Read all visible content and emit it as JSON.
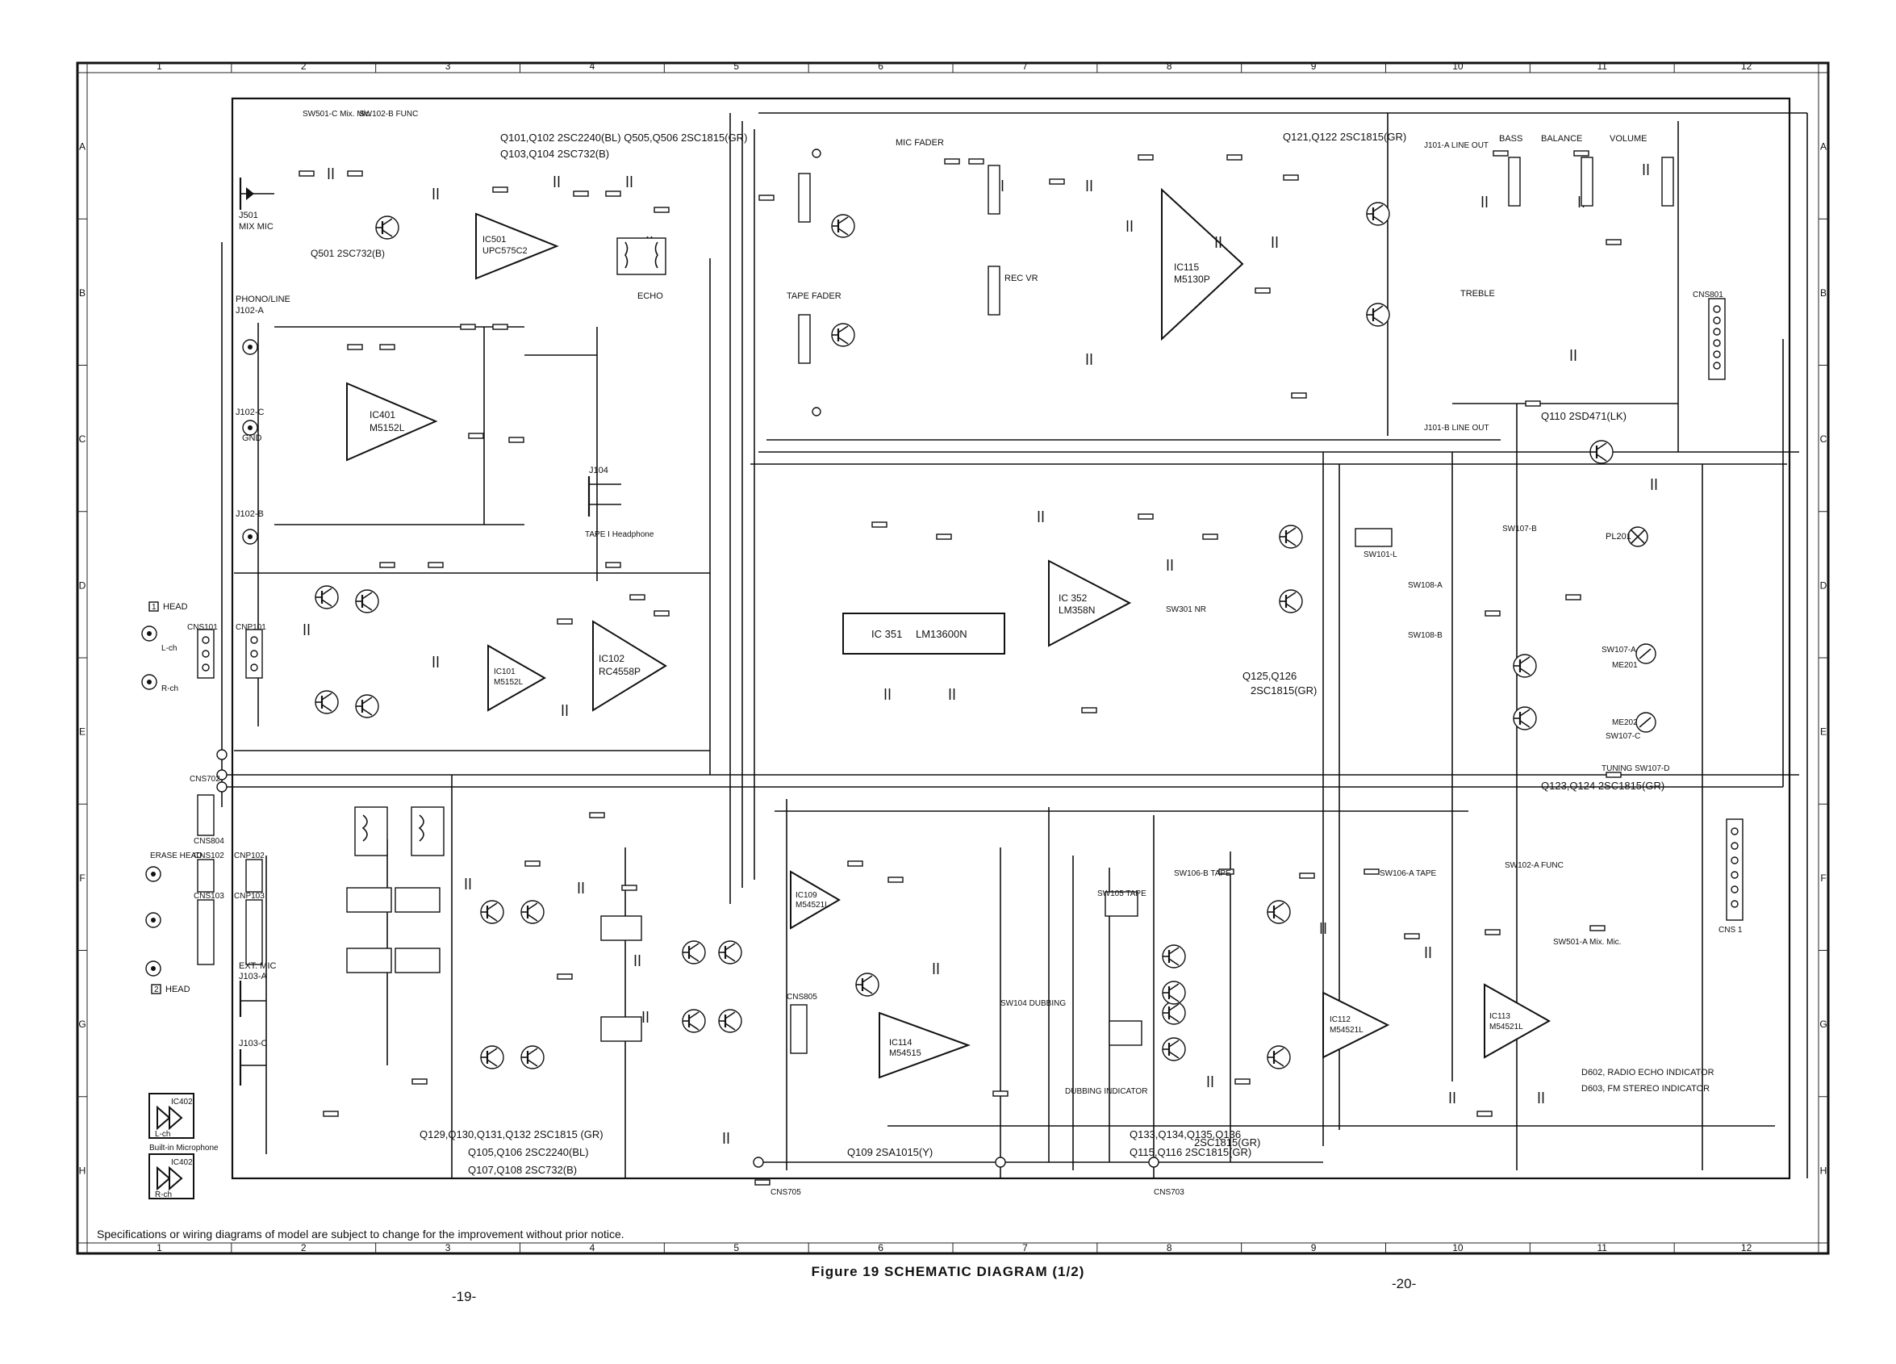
{
  "grid": {
    "columns": [
      "1",
      "2",
      "3",
      "4",
      "5",
      "6",
      "7",
      "8",
      "9",
      "10",
      "11",
      "12"
    ],
    "rows": [
      "A",
      "B",
      "C",
      "D",
      "E",
      "F",
      "G",
      "H"
    ]
  },
  "transistor_groups": [
    {
      "id": "g1",
      "text": "Q101,Q102   2SC2240(BL)   Q505,Q506  2SC1815(GR)"
    },
    {
      "id": "g2",
      "text": "Q103,Q104   2SC732(B)"
    },
    {
      "id": "g3",
      "text": "Q121,Q122   2SC1815(GR)"
    },
    {
      "id": "g4",
      "text": "Q501  2SC732(B)"
    },
    {
      "id": "g5",
      "text": "Q110   2SD471(LK)"
    },
    {
      "id": "g6",
      "text": "Q125,Q126"
    },
    {
      "id": "g7",
      "text": "2SC1815(GR)"
    },
    {
      "id": "g8",
      "text": "Q123,Q124  2SC1815(GR)"
    },
    {
      "id": "g9",
      "text": "Q129,Q130,Q131,Q132   2SC1815 (GR)"
    },
    {
      "id": "g10",
      "text": "Q105,Q106   2SC2240(BL)"
    },
    {
      "id": "g11",
      "text": "Q107,Q108   2SC732(B)"
    },
    {
      "id": "g12",
      "text": "Q109  2SA1015(Y)"
    },
    {
      "id": "g13",
      "text": "Q133,Q134,Q135,Q136"
    },
    {
      "id": "g14",
      "text": "2SC1815(GR)"
    },
    {
      "id": "g15",
      "text": "Q115,Q116   2SC1815(GR)"
    }
  ],
  "ics": [
    {
      "id": "ic501",
      "name": "IC501",
      "part": "UPC575C2"
    },
    {
      "id": "ic401",
      "name": "IC401",
      "part": "M5152L"
    },
    {
      "id": "ic101",
      "name": "IC101",
      "part": "M5152L"
    },
    {
      "id": "ic102",
      "name": "IC102",
      "part": "RC4558P"
    },
    {
      "id": "ic351",
      "name": "IC 351",
      "part": "LM13600N"
    },
    {
      "id": "ic352",
      "name": "IC 352",
      "part": "LM358N"
    },
    {
      "id": "ic115",
      "name": "IC115",
      "part": "M5130P"
    },
    {
      "id": "ic109",
      "name": "IC109",
      "part": "M54521L"
    },
    {
      "id": "ic114",
      "name": "IC114",
      "part": "M54515"
    },
    {
      "id": "ic112",
      "name": "IC112",
      "part": "M54521L"
    },
    {
      "id": "ic113",
      "name": "IC113",
      "part": "M54521L"
    },
    {
      "id": "ic402a",
      "name": "IC402",
      "part": "L-ch"
    },
    {
      "id": "ic402b",
      "name": "IC402",
      "part": "R-ch"
    }
  ],
  "labels": {
    "mix_mic_jack": "J501",
    "mix_mic": "MIX MIC",
    "phono_line": "PHONO/LINE",
    "phono_jack": "J102-A",
    "gnd_jack": "J102-C",
    "gnd": "GND",
    "j102b": "J102-B",
    "head": "HEAD",
    "head_num_1": "1",
    "head_num_2": "2",
    "head_2": "HEAD",
    "cns101": "CNS101",
    "cnp101": "CNP101",
    "lch": "L-ch",
    "rch": "R-ch",
    "erase_head": "ERASE HEAD",
    "cns804": "CNS804",
    "cns102": "CNS102",
    "cnp102": "CNP102",
    "cns103": "CNS103",
    "cnp103": "CNP103",
    "ext_mic": "EXT. MIC",
    "ext_mic_jack": "J103-A",
    "j103c": "J103-C",
    "builtin_mic": "Built-in Microphone",
    "cns702": "CNS702",
    "mic_fader": "MIC  FADER",
    "tape_fader": "TAPE FADER",
    "echo": "ECHO",
    "rec_vr": "REC VR",
    "treble": "TREBLE",
    "bass": "BASS",
    "balance": "BALANCE",
    "volume": "VOLUME",
    "line_out_a": "J101-A LINE OUT",
    "line_out_b": "J101-B LINE OUT",
    "cns801": "CNS801",
    "cns1": "CNS 1",
    "tape_headphone": "TAPE I Headphone",
    "j104": "J104",
    "sw301": "SW301 NR",
    "pl201": "PL201",
    "me201": "ME201",
    "me202": "ME202",
    "sw107a": "SW107-A",
    "sw107b": "SW107-B",
    "sw107c": "SW107-C",
    "sw107d": "TUNING SW107-D",
    "sw108a": "SW108-A",
    "sw108b": "SW108-B",
    "sw101l": "SW101-L",
    "cns805": "CNS805",
    "dubbing_ind": "DUBBING INDICATOR",
    "sw104": "SW104 DUBBING",
    "sw105": "SW105 TAPE",
    "sw106b": "SW106-B TAPE",
    "sw106a": "SW106-A TAPE",
    "sw102a": "SW102-A FUNC",
    "sw501a": "SW501-A Mix. Mic.",
    "d602": "D602, RADIO ECHO  INDICATOR",
    "d603": "D603, FM STEREO INDICATOR",
    "sw501c": "SW501-C Mix. Mic.",
    "sw102b": "SW102-B FUNC",
    "cns703": "CNS703",
    "cns705": "CNS705"
  },
  "footer": {
    "notice": "Specifications or wiring diagrams of model are subject to change for the improvement without prior notice.",
    "caption": "Figure 19 SCHEMATIC DIAGRAM (1/2)",
    "page_left": "-19-",
    "page_right": "-20-"
  }
}
